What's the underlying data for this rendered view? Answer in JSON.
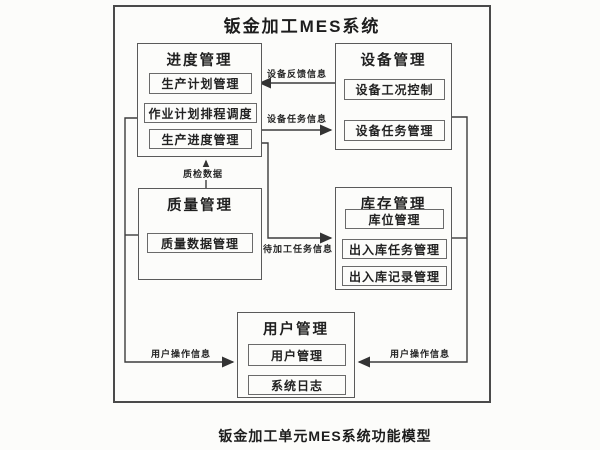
{
  "title": "钣金加工MES系统",
  "caption": "钣金加工单元MES系统功能模型",
  "modules": {
    "progress": {
      "title": "进度管理",
      "items": [
        "生产计划管理",
        "作业计划排程调度",
        "生产进度管理"
      ]
    },
    "equipment": {
      "title": "设备管理",
      "items": [
        "设备工况控制",
        "设备任务管理"
      ]
    },
    "quality": {
      "title": "质量管理",
      "items": [
        "质量数据管理"
      ]
    },
    "inventory": {
      "title": "库存管理",
      "items": [
        "库位管理",
        "出入库任务管理",
        "出入库记录管理"
      ]
    },
    "user": {
      "title": "用户管理",
      "items": [
        "用户管理",
        "系统日志"
      ]
    }
  },
  "flows": {
    "equipment_feedback": "设备反馈信息",
    "equipment_task": "设备任务信息",
    "inspection_data": "质检数据",
    "pending_task": "待加工任务信息",
    "user_op_left": "用户操作信息",
    "user_op_right": "用户操作信息"
  },
  "colors": {
    "line": "#3c3c3c",
    "text": "#222222",
    "background": "#fcfcfa"
  }
}
